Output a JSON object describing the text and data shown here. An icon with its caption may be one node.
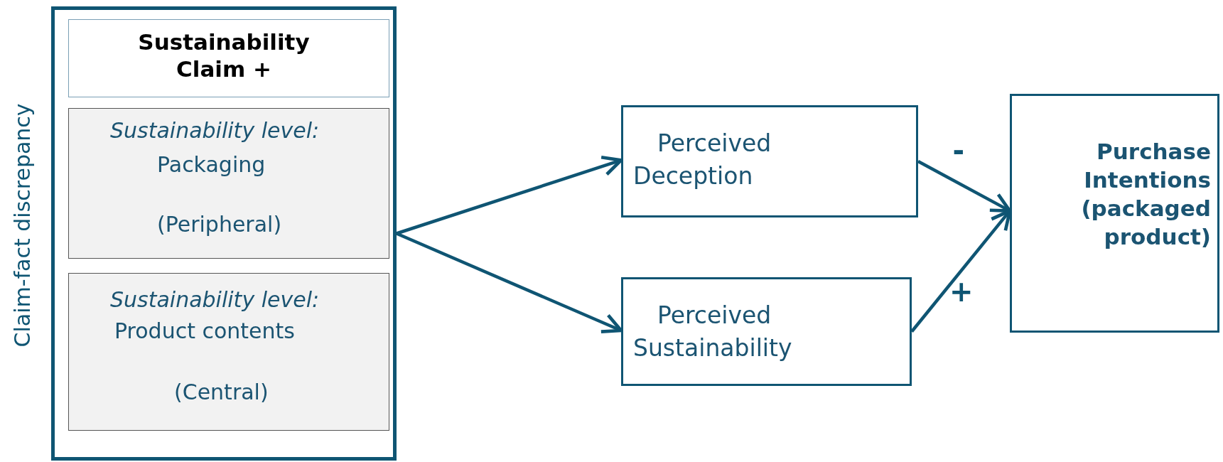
{
  "diagram": {
    "nodes": [
      {
        "text": [],
        "shape": "box",
        "beside": [
          "Claim-fact discrepancy"
        ]
      },
      {
        "text": [
          "Sustainability Claim +"
        ],
        "in": 0
      },
      {
        "text": [
          "Sustainability level:",
          "Packaging",
          "(Peripheral)"
        ],
        "in": 0
      },
      {
        "text": [
          "Sustainability level:",
          "Product contents",
          "(Central)"
        ],
        "in": 0
      },
      {
        "text": [
          "Perceived Deception"
        ]
      },
      {
        "text": [
          "Perceived Sustainability"
        ]
      },
      {
        "text": [
          "Purchase Intentions (packaged product)"
        ]
      }
    ],
    "edges": [
      {
        "from": 0,
        "to": 4,
        "arrow": "to"
      },
      {
        "from": 0,
        "to": 5,
        "arrow": "to"
      },
      {
        "from": 4,
        "to": 6,
        "arrow": "to",
        "label": "-"
      },
      {
        "from": 5,
        "to": 6,
        "arrow": "to",
        "label": "+"
      }
    ]
  }
}
